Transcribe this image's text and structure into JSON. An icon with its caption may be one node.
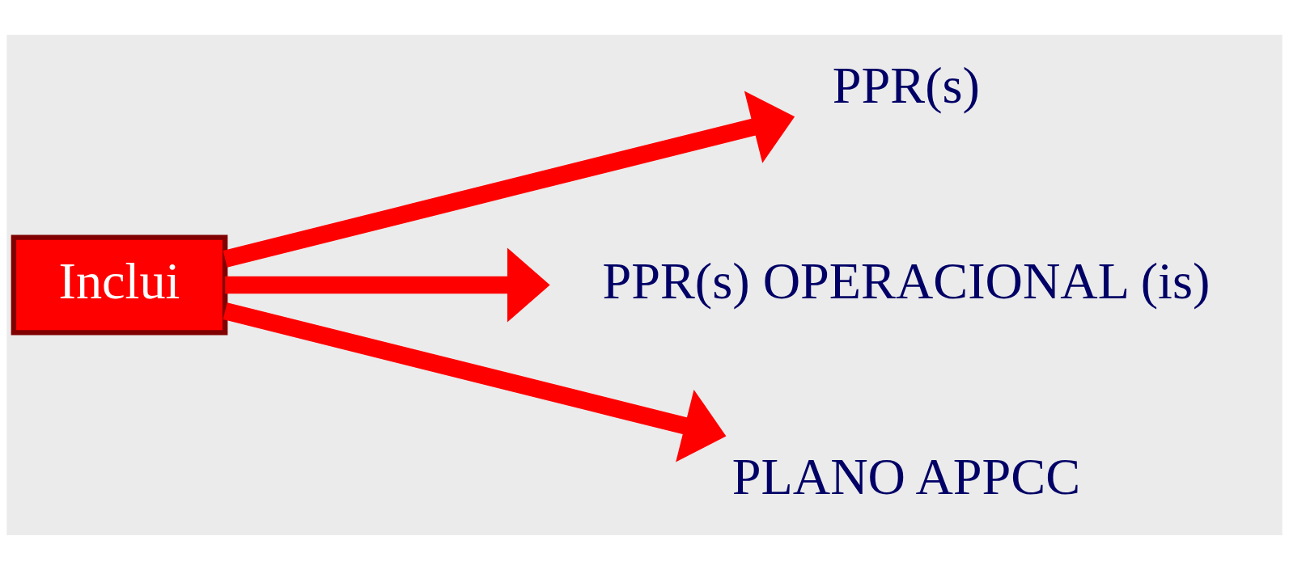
{
  "diagram": {
    "nodes": [
      {
        "text": [
          "Inclui"
        ]
      },
      {
        "text": [
          "PPR(s)"
        ]
      },
      {
        "text": [
          "PPR(s) OPERACIONAL (is)"
        ]
      },
      {
        "text": [
          "PLANO APPCC"
        ]
      }
    ],
    "edges": [
      {
        "from": 0,
        "to": 1,
        "arrow": "to"
      },
      {
        "from": 0,
        "to": 2,
        "arrow": "to"
      },
      {
        "from": 0,
        "to": 3,
        "arrow": "to"
      }
    ]
  }
}
